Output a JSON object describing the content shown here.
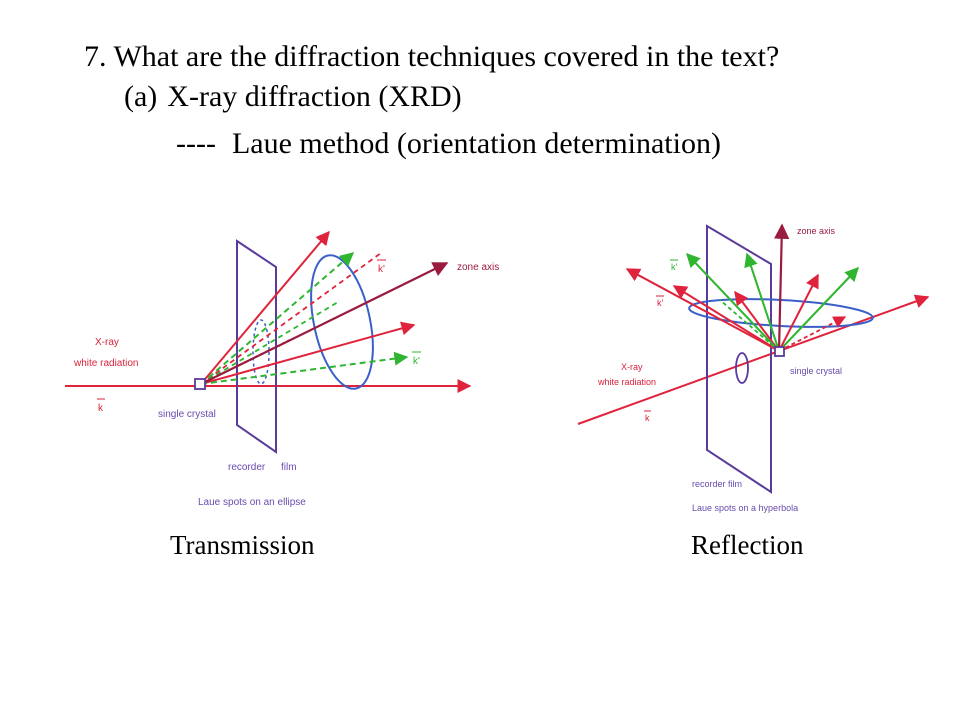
{
  "slide": {
    "question": "7. What are the diffraction techniques covered in the text?",
    "item_label": "(a)",
    "item_text": "X-ray diffraction (XRD)",
    "method_dash": "----",
    "method_text": "Laue method (orientation determination)"
  },
  "transmission": {
    "caption": "Transmission",
    "xray_line1": "X-ray",
    "xray_line2": "white radiation",
    "k_label": "k",
    "single_crystal": "single crystal",
    "recorder": "recorder",
    "film": "film",
    "zone_axis": "zone axis",
    "k_prime": "k'",
    "spots": "Laue spots on an ellipse"
  },
  "reflection": {
    "caption": "Reflection",
    "xray_line1": "X-ray",
    "xray_line2": "white radiation",
    "k_label": "k",
    "single_crystal": "single crystal",
    "recorder_film": "recorder film",
    "zone_axis": "zone axis",
    "k_prime": "k'",
    "spots": "Laue spots on a hyperbola"
  },
  "colors": {
    "red": "#e0233c",
    "green": "#2fb52f",
    "blue": "#3a5fc8",
    "purple": "#5a3b9a",
    "maroon": "#9b1b3e",
    "label_red": "#d9223b",
    "label_purple": "#6a4bb0"
  }
}
